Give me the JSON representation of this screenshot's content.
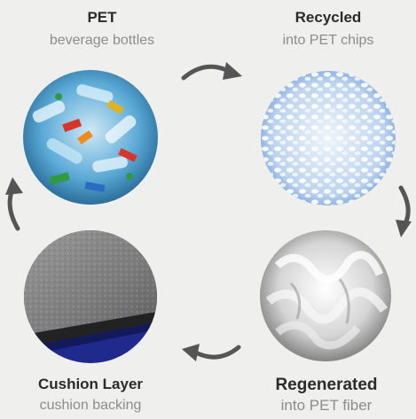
{
  "steps": [
    {
      "title": "PET",
      "subtitle": "beverage bottles",
      "photo": "pet-bottles-photo"
    },
    {
      "title": "Recycled",
      "subtitle": "into PET chips",
      "photo": "pet-chips-photo"
    },
    {
      "title": "Regenerated",
      "subtitle": "into PET fiber",
      "photo": "pet-fiber-photo"
    },
    {
      "title": "Cushion Layer",
      "subtitle": "cushion backing",
      "photo": "cushion-layer-photo"
    }
  ],
  "colors": {
    "background": "#efefee",
    "title": "#2b2b2b",
    "subtitle": "#8c8c8c",
    "arrow": "#555555"
  },
  "arrows": [
    {
      "name": "arrow-right-icon",
      "from": "PET",
      "to": "Recycled"
    },
    {
      "name": "arrow-down-icon",
      "from": "Recycled",
      "to": "Regenerated"
    },
    {
      "name": "arrow-left-icon",
      "from": "Regenerated",
      "to": "Cushion Layer"
    },
    {
      "name": "arrow-up-icon",
      "from": "Cushion Layer",
      "to": "PET"
    }
  ]
}
